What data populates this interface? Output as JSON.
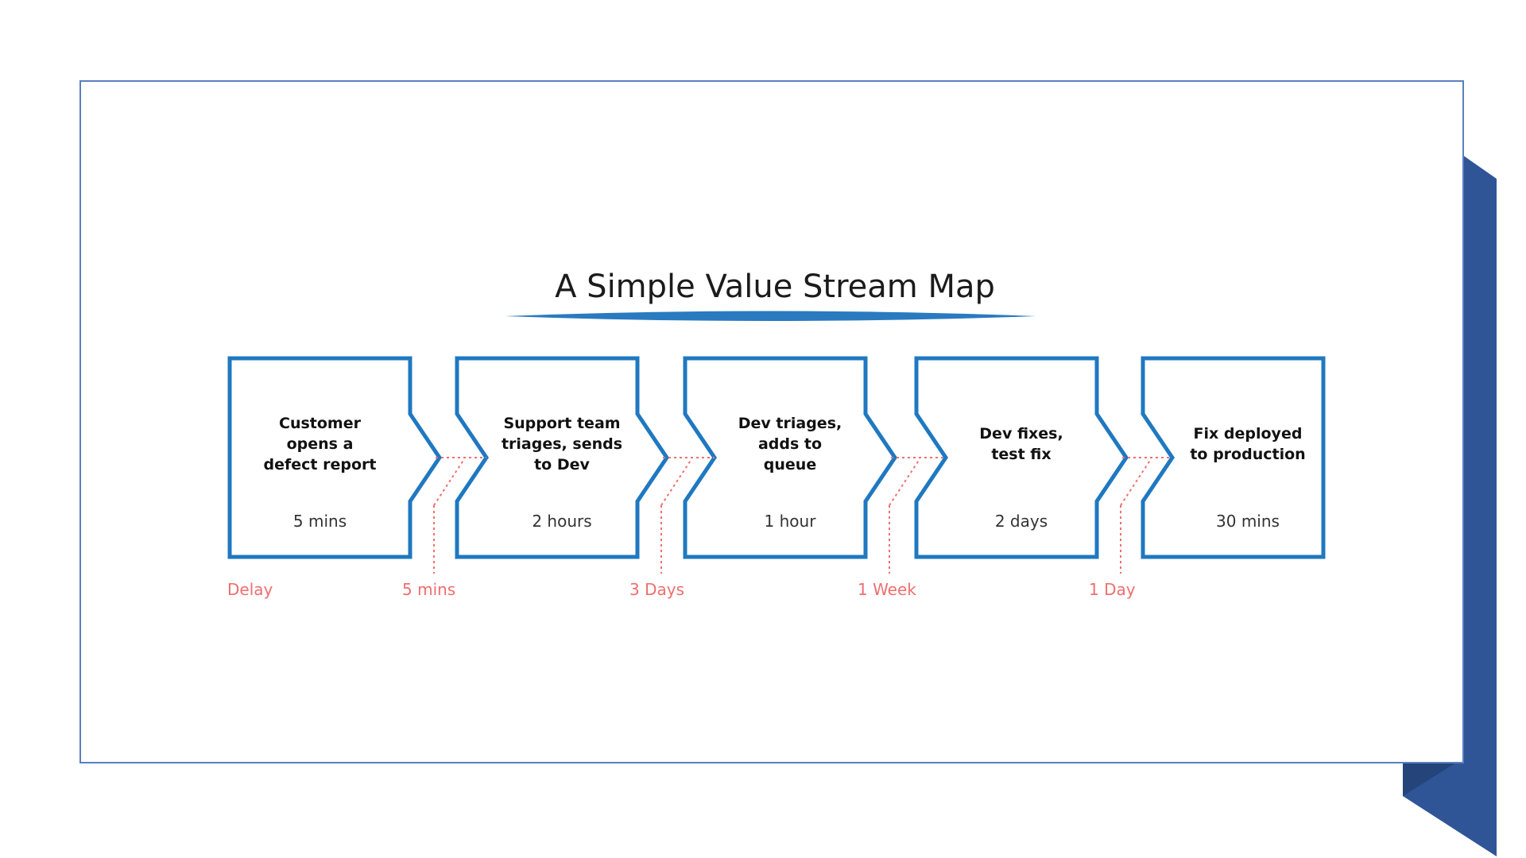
{
  "title": "A Simple Value Stream Map",
  "colors": {
    "frame_border": "#5a7fc0",
    "accent_block": "#2f5597",
    "step_border": "#1f78c1",
    "delay": "#ee6f6f",
    "title_underline": "#2a7ac0"
  },
  "steps": [
    {
      "label": "Customer\nopens a\ndefect report",
      "time": "5 mins"
    },
    {
      "label": "Support team\ntriages, sends\nto Dev",
      "time": "2 hours"
    },
    {
      "label": "Dev triages,\nadds to\nqueue",
      "time": "1 hour"
    },
    {
      "label": "Dev fixes,\ntest fix",
      "time": "2 days"
    },
    {
      "label": "Fix deployed\nto production",
      "time": "30 mins"
    }
  ],
  "delay_label": "Delay",
  "delays": [
    "5 mins",
    "3 Days",
    "1 Week",
    "1 Day"
  ]
}
